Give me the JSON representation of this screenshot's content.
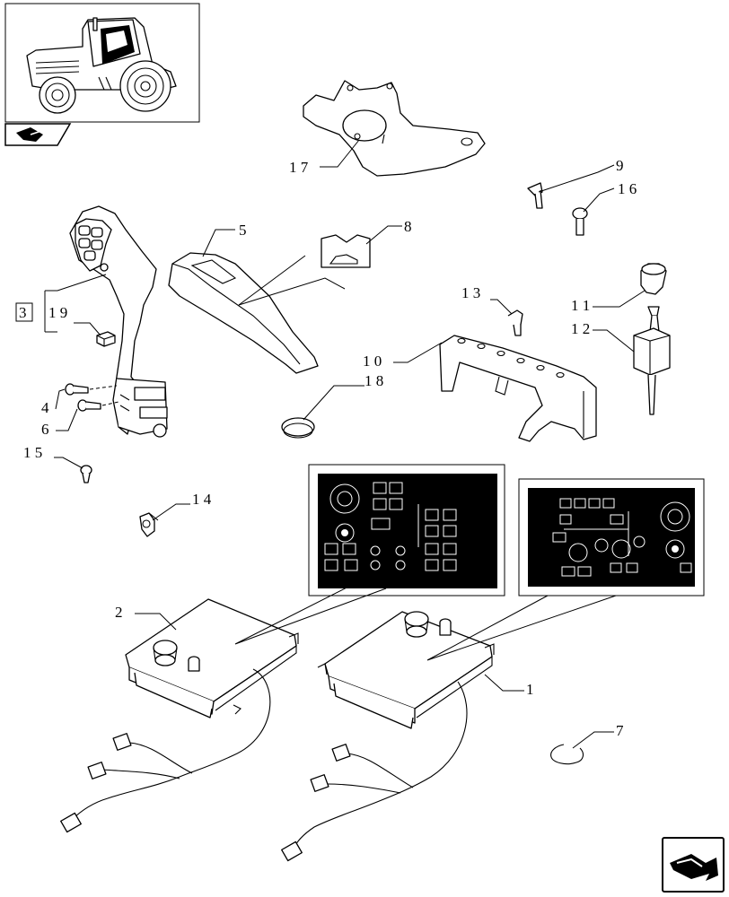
{
  "labels": [
    {
      "id": "17",
      "text": "1 7"
    },
    {
      "id": "9",
      "text": "9"
    },
    {
      "id": "16",
      "text": "1 6"
    },
    {
      "id": "5",
      "text": "5"
    },
    {
      "id": "8",
      "text": "8"
    },
    {
      "id": "3",
      "text": "3"
    },
    {
      "id": "19",
      "text": "1 9"
    },
    {
      "id": "13",
      "text": "1 3"
    },
    {
      "id": "11",
      "text": "1 1"
    },
    {
      "id": "12",
      "text": "1 2"
    },
    {
      "id": "10",
      "text": "1 0"
    },
    {
      "id": "18",
      "text": "1 8"
    },
    {
      "id": "4",
      "text": "4"
    },
    {
      "id": "6",
      "text": "6"
    },
    {
      "id": "15",
      "text": "1 5"
    },
    {
      "id": "14",
      "text": "1 4"
    },
    {
      "id": "2",
      "text": "2"
    },
    {
      "id": "1",
      "text": "1"
    },
    {
      "id": "7",
      "text": "7"
    }
  ],
  "thumbnail": {
    "icon": "tractor-cab-thumbnail-icon"
  },
  "nav": {
    "back_icon": "section-nav-icon",
    "next_icon": "next-page-arrow-icon"
  }
}
